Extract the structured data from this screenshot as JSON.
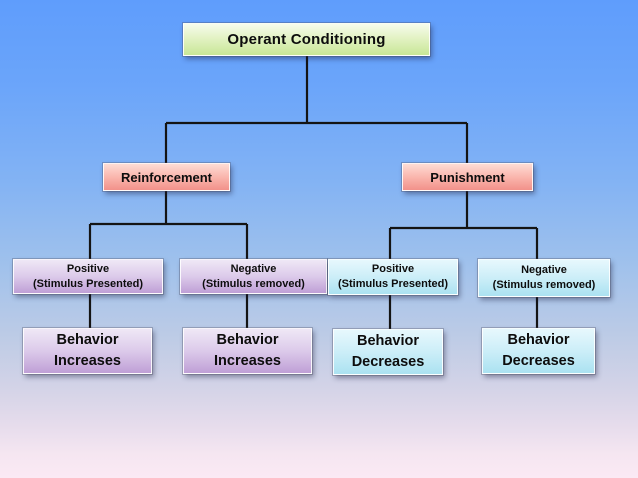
{
  "diagram": {
    "root": {
      "label": "Operant Conditioning"
    },
    "categories": [
      {
        "label": "Reinforcement"
      },
      {
        "label": "Punishment"
      }
    ],
    "conditions": [
      {
        "name": "Positive",
        "detail": "(Stimulus Presented)"
      },
      {
        "name": "Negative",
        "detail": "(Stimulus removed)"
      },
      {
        "name": "Positive",
        "detail": "(Stimulus Presented)"
      },
      {
        "name": "Negative",
        "detail": "(Stimulus removed)"
      }
    ],
    "outcomes": [
      {
        "line1": "Behavior",
        "line2": "Increases"
      },
      {
        "line1": "Behavior",
        "line2": "Increases"
      },
      {
        "line1": "Behavior",
        "line2": "Decreases"
      },
      {
        "line1": "Behavior",
        "line2": "Decreases"
      }
    ],
    "colors": {
      "background_top": "#5f9dfc",
      "background_bottom": "#fbe9f4",
      "root_box_green": "#c8e796",
      "category_box_salmon": "#f2918a",
      "reinforcement_purple": "#bf9fd6",
      "punishment_blue": "#abe2f1",
      "connector_line": "#141414",
      "text": "#0d0d0d"
    }
  }
}
